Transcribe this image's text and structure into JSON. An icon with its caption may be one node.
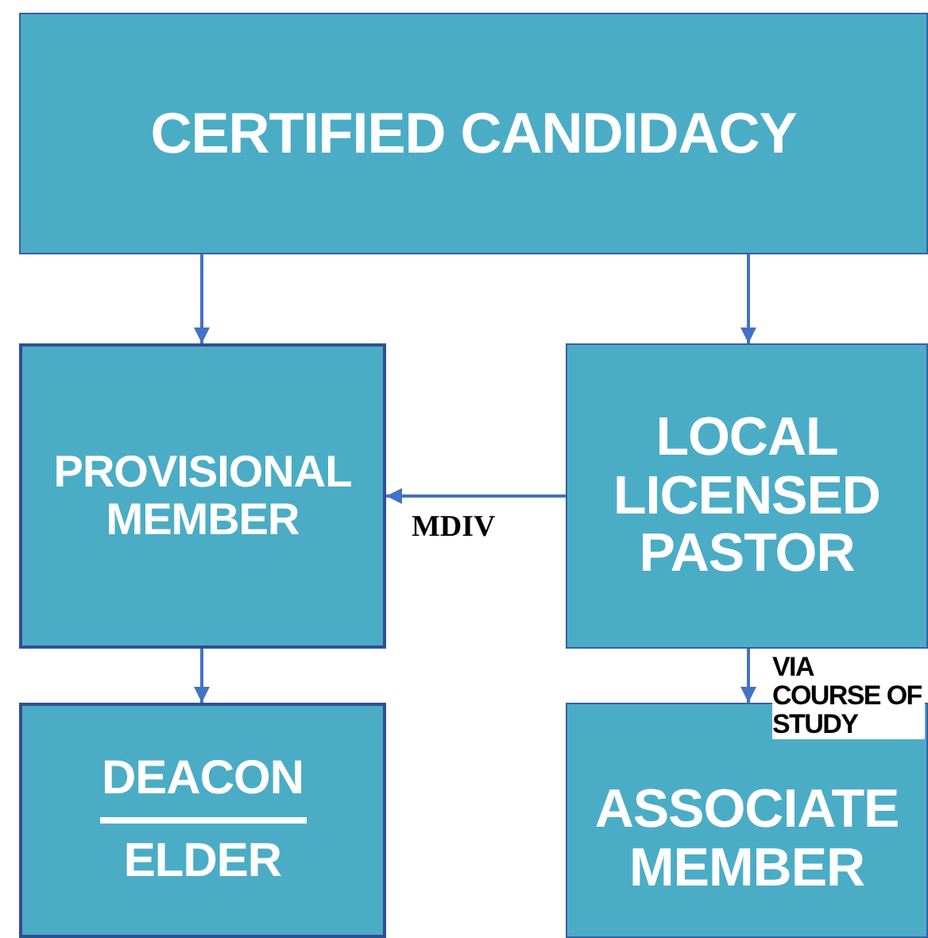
{
  "diagram": {
    "nodes": [
      {
        "text": [
          "CERTIFIED CANDIDACY"
        ]
      },
      {
        "text": [
          "PROVISIONAL MEMBER"
        ]
      },
      {
        "text": [
          "LOCAL LICENSED PASTOR"
        ]
      },
      {
        "text": [
          "DEACON",
          "ELDER"
        ]
      },
      {
        "text": [
          "ASSOCIATE MEMBER"
        ]
      }
    ],
    "edges": [
      {
        "from": 0,
        "to": 1,
        "arrow": "to"
      },
      {
        "from": 0,
        "to": 2,
        "arrow": "to"
      },
      {
        "from": 2,
        "to": 1,
        "arrow": "to",
        "label": "MDIV"
      },
      {
        "from": 1,
        "to": 3,
        "arrow": "to"
      },
      {
        "from": 2,
        "to": 4,
        "arrow": "to",
        "label": "VIA COURSE OF STUDY"
      }
    ]
  }
}
